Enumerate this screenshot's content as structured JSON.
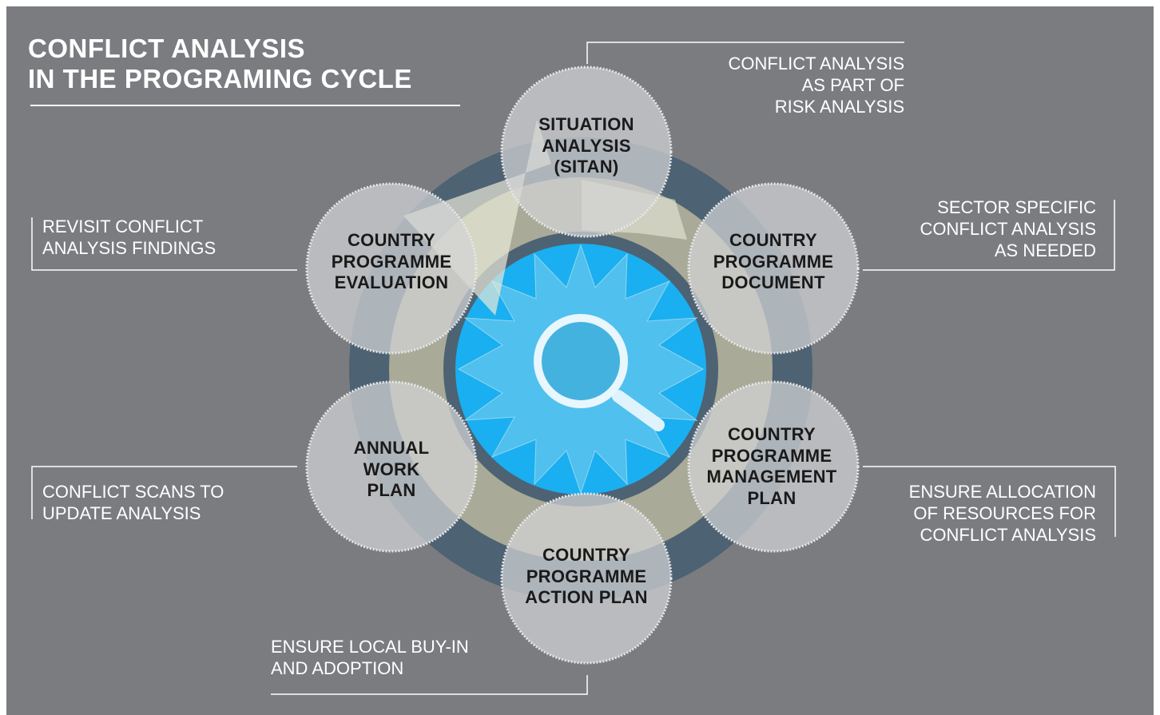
{
  "title": {
    "line1": "CONFLICT ANALYSIS",
    "line2": "IN THE PROGRAMING CYCLE"
  },
  "colors": {
    "background": "#7b7c80",
    "outer_ring": "#4d6272",
    "inner_ring": "#a9aa98",
    "hub": "#1aaff0",
    "node_fill": "#c8c9cb",
    "text_light": "#ffffff",
    "text_dark": "#1a1a1a"
  },
  "center_icon": "magnifying-glass-icon",
  "nodes": [
    {
      "id": "situation-analysis",
      "lines": [
        "SITUATION",
        "ANALYSIS",
        "(SITAN)"
      ]
    },
    {
      "id": "country-programme-document",
      "lines": [
        "COUNTRY",
        "PROGRAMME",
        "DOCUMENT"
      ]
    },
    {
      "id": "country-programme-management-plan",
      "lines": [
        "COUNTRY",
        "PROGRAMME",
        "MANAGEMENT",
        "PLAN"
      ]
    },
    {
      "id": "country-programme-action-plan",
      "lines": [
        "COUNTRY",
        "PROGRAMME",
        "ACTION PLAN"
      ]
    },
    {
      "id": "annual-work-plan",
      "lines": [
        "ANNUAL",
        "WORK",
        "PLAN"
      ]
    },
    {
      "id": "country-programme-evaluation",
      "lines": [
        "COUNTRY",
        "PROGRAMME",
        "EVALUATION"
      ]
    }
  ],
  "notes": [
    {
      "id": "risk-analysis",
      "lines": [
        "CONFLICT ANALYSIS",
        "AS PART OF",
        "RISK ANALYSIS"
      ]
    },
    {
      "id": "sector-specific",
      "lines": [
        "SECTOR SPECIFIC",
        "CONFLICT ANALYSIS",
        "AS NEEDED"
      ]
    },
    {
      "id": "allocation",
      "lines": [
        "ENSURE ALLOCATION",
        "OF RESOURCES FOR",
        "CONFLICT ANALYSIS"
      ]
    },
    {
      "id": "buy-in",
      "lines": [
        "ENSURE LOCAL BUY-IN",
        "AND ADOPTION"
      ]
    },
    {
      "id": "scans",
      "lines": [
        "CONFLICT SCANS TO",
        "UPDATE ANALYSIS"
      ]
    },
    {
      "id": "revisit",
      "lines": [
        "REVISIT CONFLICT",
        "ANALYSIS FINDINGS"
      ]
    }
  ]
}
